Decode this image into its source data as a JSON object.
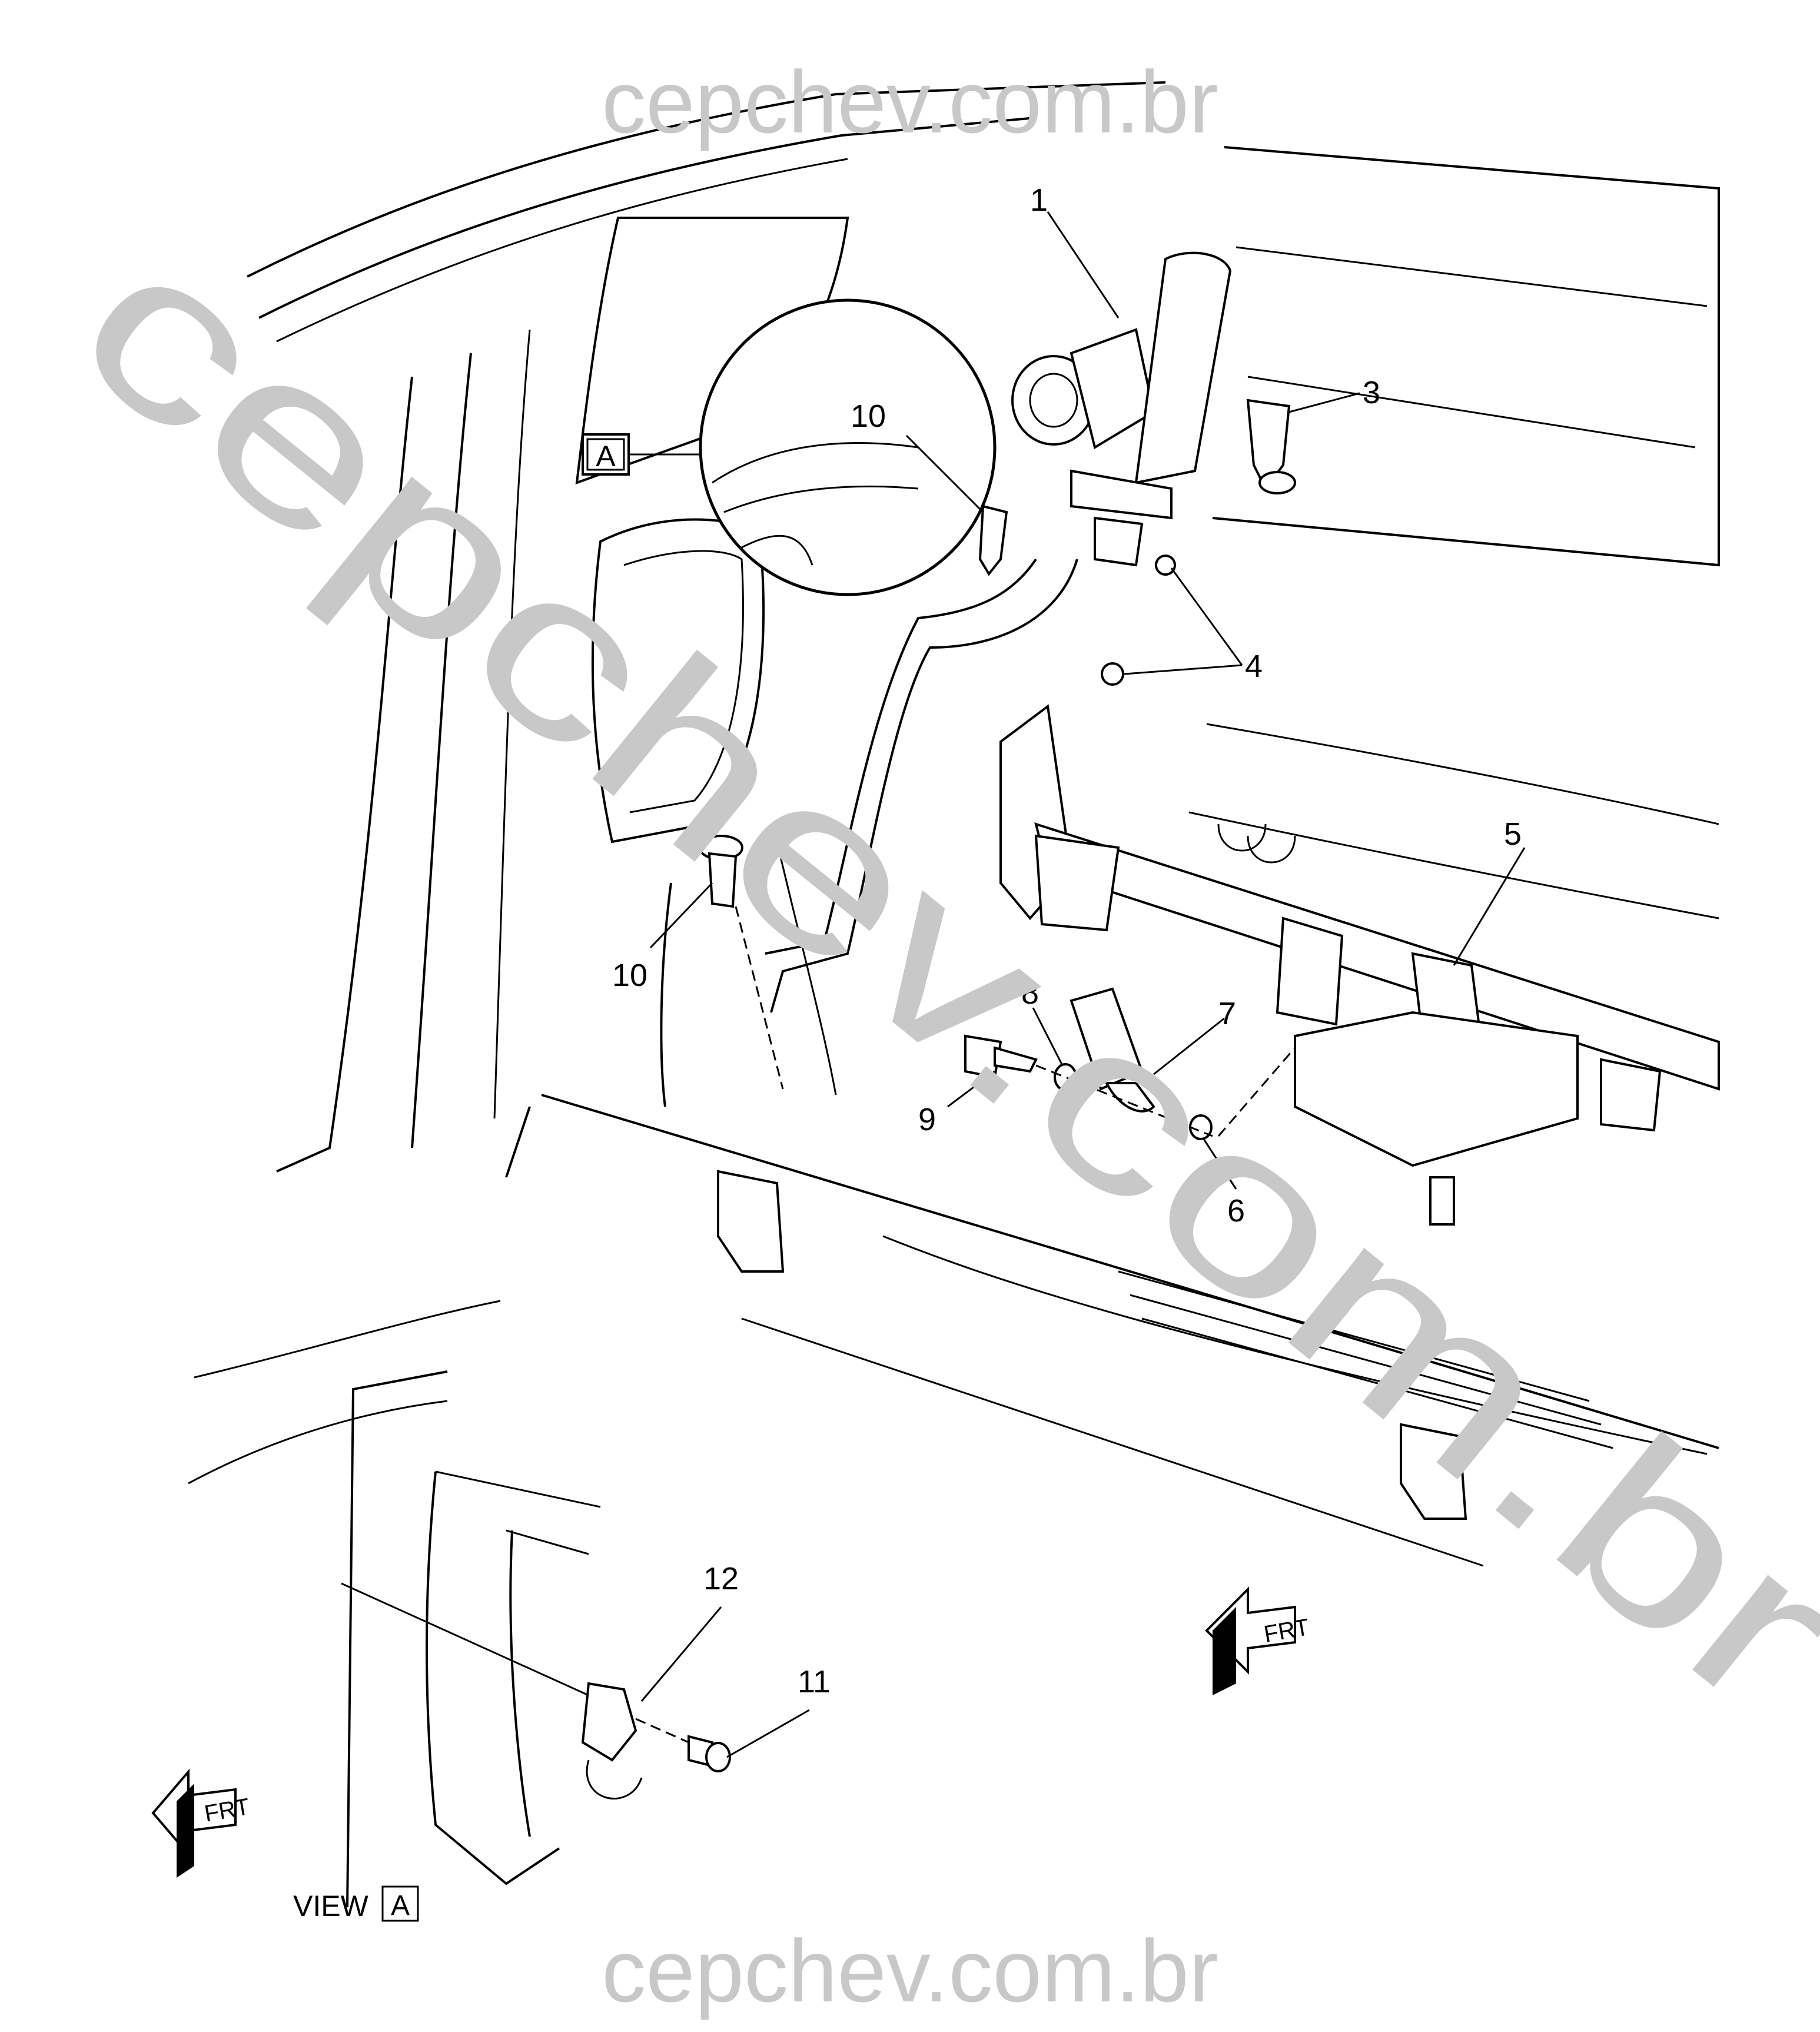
{
  "watermarks": {
    "top": "cepchev.com.br",
    "bottom": "cepchev.com.br",
    "diagonal": "cepchev.com.br"
  },
  "callouts": {
    "c1": "1",
    "c3": "3",
    "c4": "4",
    "c5": "5",
    "c6": "6",
    "c7": "7",
    "c8": "8",
    "c9": "9",
    "c10_detail": "10",
    "c10_main": "10",
    "c11": "11",
    "c12": "12"
  },
  "view_marker": {
    "letter": "A"
  },
  "view_label": {
    "text": "VIEW",
    "letter": "A"
  },
  "frt_arrows": {
    "main": "FRT",
    "view": "FRT"
  }
}
